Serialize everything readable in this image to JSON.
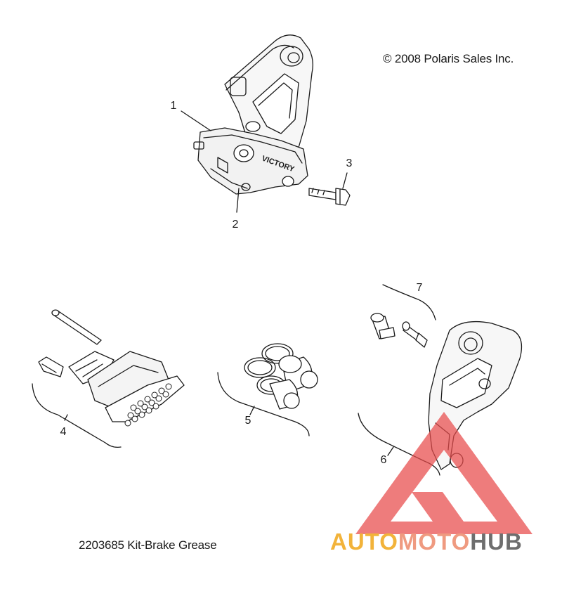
{
  "copyright": "© 2008 Polaris Sales Inc.",
  "kit_note": "2203685 Kit-Brake Grease",
  "callouts": [
    "1",
    "2",
    "3",
    "4",
    "5",
    "6",
    "7"
  ],
  "caliper_logo_text": "VICTORY",
  "watermark": {
    "brand_part1": "AUTO",
    "brand_part2": "MOTO",
    "brand_part3": "HUB",
    "colors": {
      "triangle": "#e84b4b",
      "auto": "#f2b33a",
      "moto": "#ef9a80",
      "hub": "#6e6e6e"
    }
  }
}
